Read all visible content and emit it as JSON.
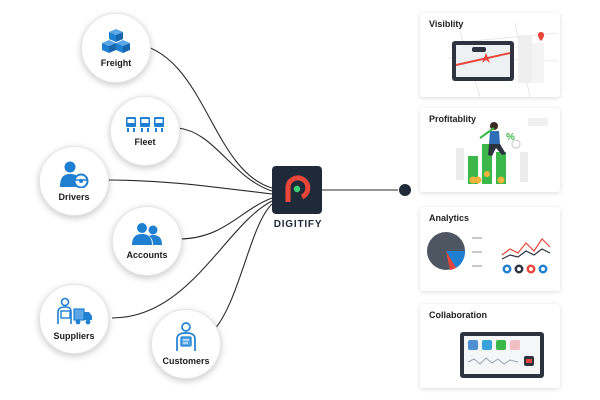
{
  "brand": {
    "name": "DIGITIFY"
  },
  "nodes": [
    {
      "id": "freight",
      "label": "Freight",
      "icon": "boxes-icon"
    },
    {
      "id": "fleet",
      "label": "Fleet",
      "icon": "trucks-icon"
    },
    {
      "id": "drivers",
      "label": "Drivers",
      "icon": "driver-icon"
    },
    {
      "id": "accounts",
      "label": "Accounts",
      "icon": "users-icon"
    },
    {
      "id": "suppliers",
      "label": "Suppliers",
      "icon": "delivery-person-icon"
    },
    {
      "id": "customers",
      "label": "Customers",
      "icon": "customer-icon"
    }
  ],
  "cards": [
    {
      "id": "visibility",
      "title": "Visiblity",
      "illustration": "map-navigation-illustration"
    },
    {
      "id": "profitability",
      "title": "Profitablity",
      "illustration": "growth-chart-illustration"
    },
    {
      "id": "analytics",
      "title": "Analytics",
      "illustration": "pie-and-line-chart-illustration"
    },
    {
      "id": "collaboration",
      "title": "Collaboration",
      "illustration": "messaging-dashboard-illustration"
    }
  ],
  "colors": {
    "accent": "#1f7fd1",
    "brand_dark": "#1e2a38",
    "brand_red": "#e8463a",
    "link_line": "#2b2b2b"
  }
}
